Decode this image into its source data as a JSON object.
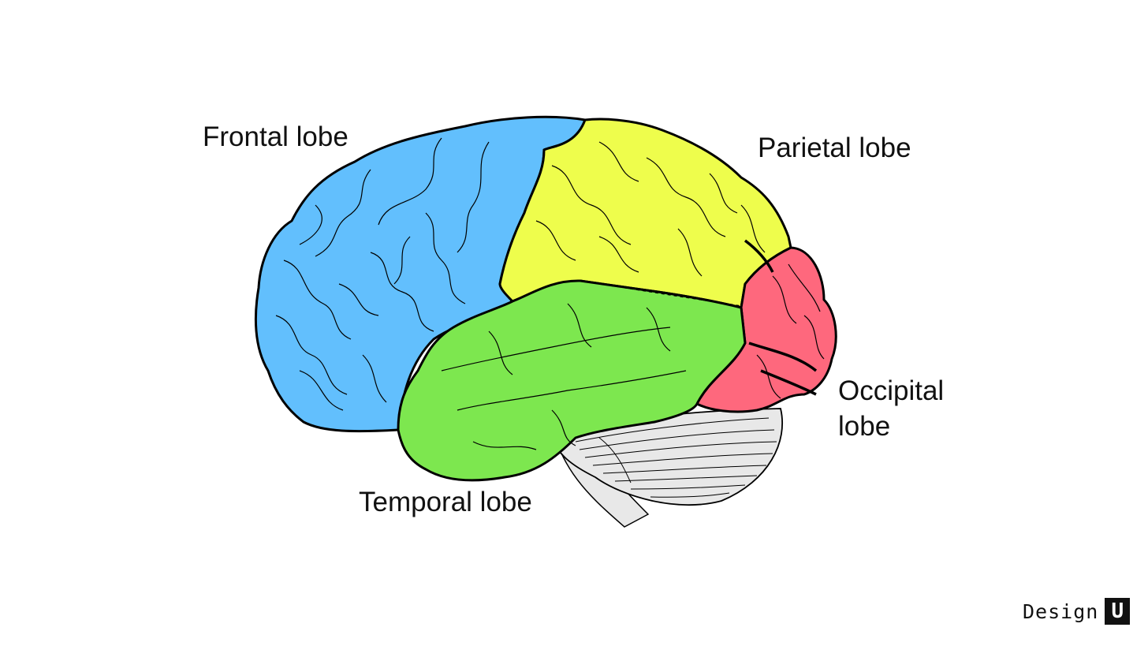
{
  "labels": {
    "frontal": "Frontal lobe",
    "parietal": "Parietal lobe",
    "occipital": "Occipital lobe",
    "temporal": "Temporal lobe"
  },
  "brand": {
    "text": "Design",
    "mark": "U"
  },
  "colors": {
    "frontal": "#62BFFD",
    "parietal": "#EEFD4C",
    "occipital": "#FE687D",
    "temporal": "#7DE74F",
    "cerebellum": "#E8E8E8",
    "outline": "#000000"
  }
}
